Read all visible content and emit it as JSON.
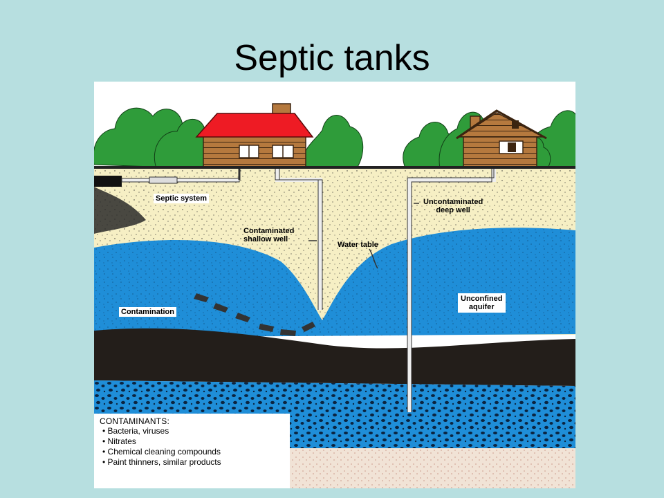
{
  "slide": {
    "title": "Septic tanks"
  },
  "labels": {
    "septic_system": "Septic system",
    "contaminated_well_line1": "Contaminated",
    "contaminated_well_line2": "shallow well",
    "water_table": "Water table",
    "uncontaminated_line1": "Uncontaminated",
    "uncontaminated_line2": "deep well",
    "contamination": "Contamination",
    "unconfined_line1": "Unconfined",
    "unconfined_line2": "aquifer"
  },
  "legend": {
    "title": "CONTAMINANTS:",
    "items": [
      "• Bacteria, viruses",
      "• Nitrates",
      "• Chemical cleaning compounds",
      "• Paint thinners, similar products"
    ]
  },
  "colors": {
    "sky": "#ffffff",
    "soil": "#f6efc4",
    "aquifer": "#1f8ed8",
    "clay": "#231e1a",
    "lower_aquifer": "#1f8ed8",
    "bedrock": "#f1e3d6",
    "roof": "#ee1b24",
    "house_wall": "#b5793e",
    "tree": "#2f9c3a"
  }
}
